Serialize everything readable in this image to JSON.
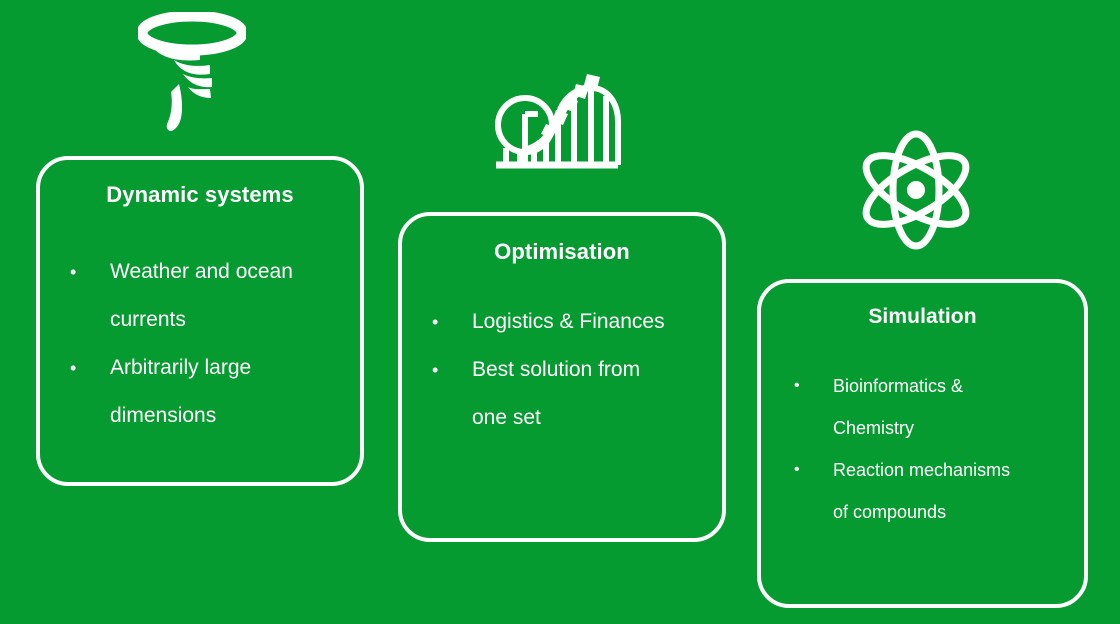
{
  "theme": {
    "background_color": "#069B31",
    "foreground_color": "#FFFFFF",
    "border_color": "#FFFFFF"
  },
  "cards": [
    {
      "id": "dynamic-systems",
      "title": "Dynamic systems",
      "icon": "tornado-icon",
      "bullets": [
        {
          "line1": "Weather and ocean",
          "line2": "currents"
        },
        {
          "line1": "Arbitrarily large",
          "line2": "dimensions"
        }
      ]
    },
    {
      "id": "optimisation",
      "title": "Optimisation",
      "icon": "rollercoaster-icon",
      "bullets": [
        {
          "line1": "Logistics & Finances",
          "line2": ""
        },
        {
          "line1": "Best solution from",
          "line2": "one set"
        }
      ]
    },
    {
      "id": "simulation",
      "title": "Simulation",
      "icon": "atom-icon",
      "bullets": [
        {
          "line1": "Bioinformatics &",
          "line2": "Chemistry"
        },
        {
          "line1": "Reaction mechanisms",
          "line2": "of compounds"
        }
      ]
    }
  ]
}
